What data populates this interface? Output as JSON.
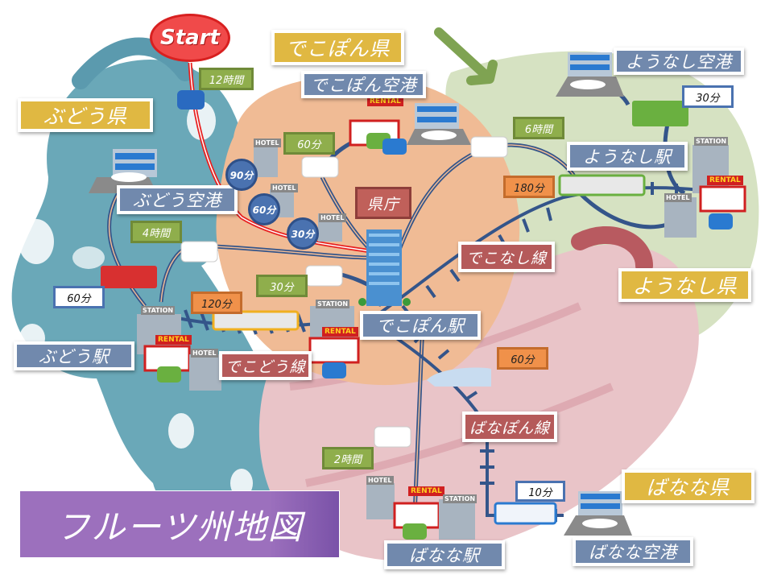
{
  "title": "フルーツ州地図",
  "start_label": "Start",
  "prefectures": [
    {
      "id": "budou",
      "label": "ぶどう県"
    },
    {
      "id": "dekopon",
      "label": "でこぽん県"
    },
    {
      "id": "youlnashi",
      "label": "ようなし県"
    },
    {
      "id": "banana",
      "label": "ばなな県"
    }
  ],
  "places": {
    "budou_airport": "ぶどう空港",
    "budou_station": "ぶどう駅",
    "dekopon_airport": "でこぽん空港",
    "dekopon_station": "でこぽん駅",
    "prefectural_office": "県庁",
    "younashi_airport": "ようなし空港",
    "younashi_station": "ようなし駅",
    "banana_station": "ばなな駅",
    "banana_airport": "ばなな空港"
  },
  "rail_lines": {
    "dekodou": "でこどう線",
    "dekonashi": "でこなし線",
    "banapon": "ばなぽん線"
  },
  "travel_times": {
    "start_to_office_car": "12時間",
    "hotel_90": "90分",
    "hotel_60": "60分",
    "hotel_30": "30分",
    "office_to_dekopon_airport_van": "60分",
    "office_to_younashi_van": "6時間",
    "budou_airport_to_budou_van": "4時間",
    "budou_bus": "60分",
    "dekopon_station_van": "30分",
    "dekodou_train": "120分",
    "dekonashi_train": "180分",
    "younashi_bus": "30分",
    "banapon_shinkansen": "60分",
    "banana_van": "2時間",
    "banana_local_train": "10分"
  },
  "signs": {
    "rental": "RENTAL",
    "hotel": "HOTEL",
    "station": "STATION"
  },
  "colors": {
    "prefecture_label": "#e0b842",
    "place_label": "#7189ad",
    "line_label": "#b55a5a",
    "time_car": "#8fae4c",
    "time_train": "#f0914a",
    "time_bus": "#ffffff",
    "time_hotel": "#4a72b0",
    "route_start": "#e82020",
    "route_road": "#34558a",
    "grape_region": "#5d9eb0",
    "dekopon_region": "#f0b890",
    "pear_region": "#d4e0bf",
    "banana_region": "#e8c0c4"
  }
}
